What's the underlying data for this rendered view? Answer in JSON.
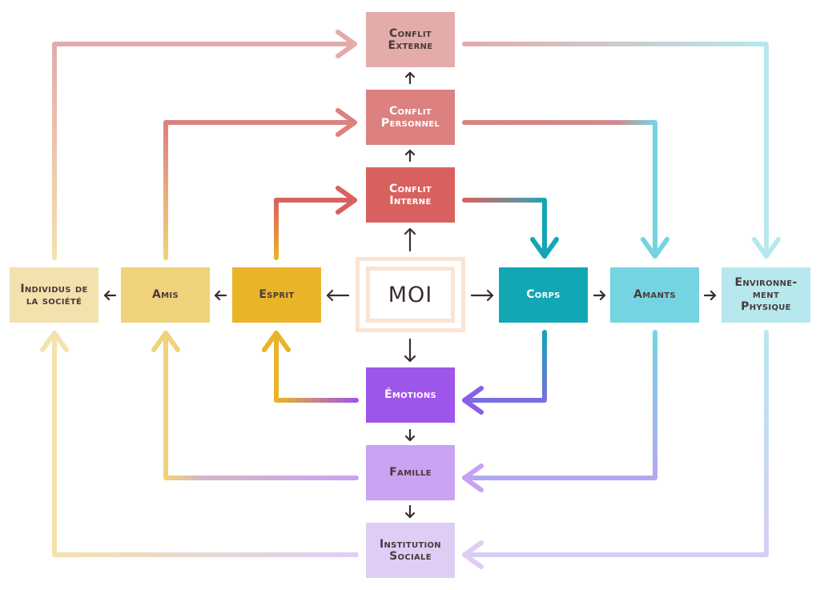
{
  "center": {
    "label": "MOI"
  },
  "nodes": {
    "conflit_externe": "Conflit\nExterne",
    "conflit_personnel": "Conflit\nPersonnel",
    "conflit_interne": "Conflit\nInterne",
    "emotions": "Émotions",
    "famille": "Famille",
    "institution_sociale": "Institution\nSociale",
    "esprit": "Esprit",
    "amis": "Amis",
    "individus": "Individus de\nla société",
    "corps": "Corps",
    "amants": "Amants",
    "environnement": "Environne-\nment\nPhysique"
  },
  "colors": {
    "conflit_externe": "#e3acab",
    "conflit_personnel": "#dc8080",
    "conflit_interne": "#d8615f",
    "emotions": "#9e55ea",
    "famille": "#c9a3f2",
    "institution_sociale": "#dfcdf6",
    "esprit": "#e9b428",
    "amis": "#f0d27a",
    "individus": "#f3e1ae",
    "corps": "#12a7b5",
    "amants": "#74d4e1",
    "environnement": "#b6e8ee",
    "moi_border": "#fbe3d2",
    "arrow_dark": "#3b2c30"
  }
}
